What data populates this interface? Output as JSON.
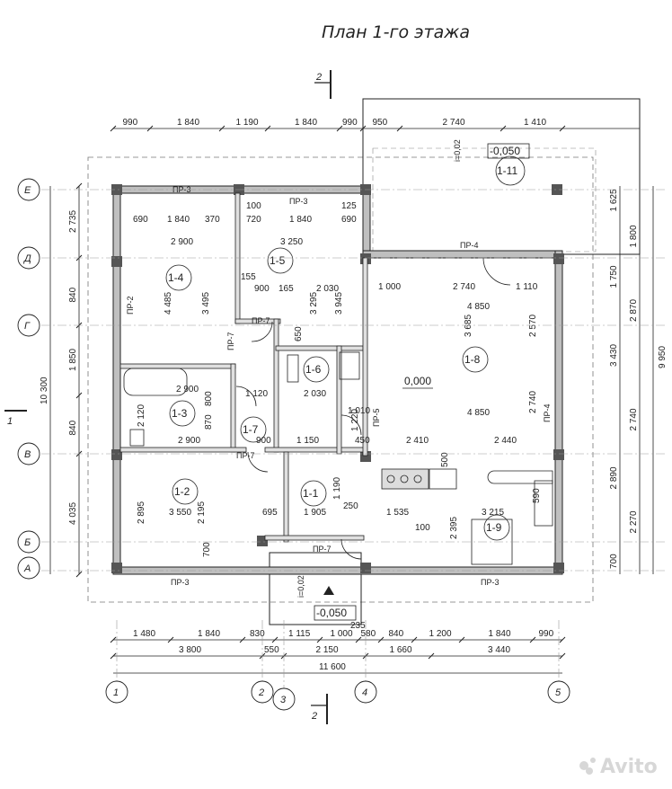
{
  "title": "План 1-го этажа",
  "watermark": "Avito",
  "section_mark": "2",
  "section_mark_side": "1",
  "axes": {
    "rows": [
      "Е",
      "Д",
      "Г",
      "В",
      "Б",
      "А"
    ],
    "cols": [
      "1",
      "2",
      "3",
      "4",
      "5"
    ]
  },
  "top_dims": [
    "990",
    "1 840",
    "1 190",
    "1 840",
    "990",
    "950",
    "2 740",
    "1 410"
  ],
  "bottom_dims_1": [
    "1 480",
    "1 840",
    "830",
    "1 115",
    "1 000",
    "580",
    "840",
    "1 200",
    "1 840",
    "990"
  ],
  "bottom_dims_2": [
    "3 800",
    "550",
    "2 150",
    "1 660",
    "3 440"
  ],
  "bottom_total": "11 600",
  "left_dims": [
    "2 735",
    "840",
    "1 850",
    "840",
    "4 035"
  ],
  "left_total": "10 300",
  "right_dims": [
    "1 625",
    "1 800",
    "1 750",
    "2 870",
    "3 430",
    "2 740",
    "2 890",
    "2 270",
    "700"
  ],
  "right_total": "9 950",
  "rooms": [
    {
      "id": "1-1"
    },
    {
      "id": "1-2"
    },
    {
      "id": "1-3"
    },
    {
      "id": "1-4"
    },
    {
      "id": "1-5"
    },
    {
      "id": "1-6"
    },
    {
      "id": "1-7"
    },
    {
      "id": "1-8"
    },
    {
      "id": "1-9"
    },
    {
      "id": "1-11"
    }
  ],
  "openings": [
    "ПР-3",
    "ПР-3",
    "ПР-4",
    "ПР-2",
    "ПР-7",
    "ПР-7",
    "ПР-5",
    "ПР-4",
    "ПР-3",
    "ПР-3",
    "ПР-7",
    "ПР-7"
  ],
  "levels": [
    "0,000",
    "-0,050",
    "-0,050"
  ],
  "slopes": [
    "i=0,02",
    "i=0,02"
  ],
  "inner_dims": [
    "690",
    "1 840",
    "370",
    "100",
    "720",
    "1 840",
    "125",
    "690",
    "2 900",
    "3 250",
    "4 485",
    "3 495",
    "155",
    "900",
    "165",
    "2 030",
    "3 945",
    "3 295",
    "1 000",
    "2 740",
    "1 110",
    "4 850",
    "3 685",
    "2 570",
    "2 900",
    "2 120",
    "800",
    "870",
    "650",
    "1 120",
    "2 030",
    "1 010",
    "1 220",
    "4 850",
    "2 740",
    "900",
    "1 150",
    "450",
    "2 410",
    "2 440",
    "2 900",
    "2 895",
    "2 195",
    "3 550",
    "700",
    "695",
    "1 190",
    "1 905",
    "250",
    "1 535",
    "2 395",
    "3 215",
    "590",
    "100",
    "500",
    "235"
  ]
}
